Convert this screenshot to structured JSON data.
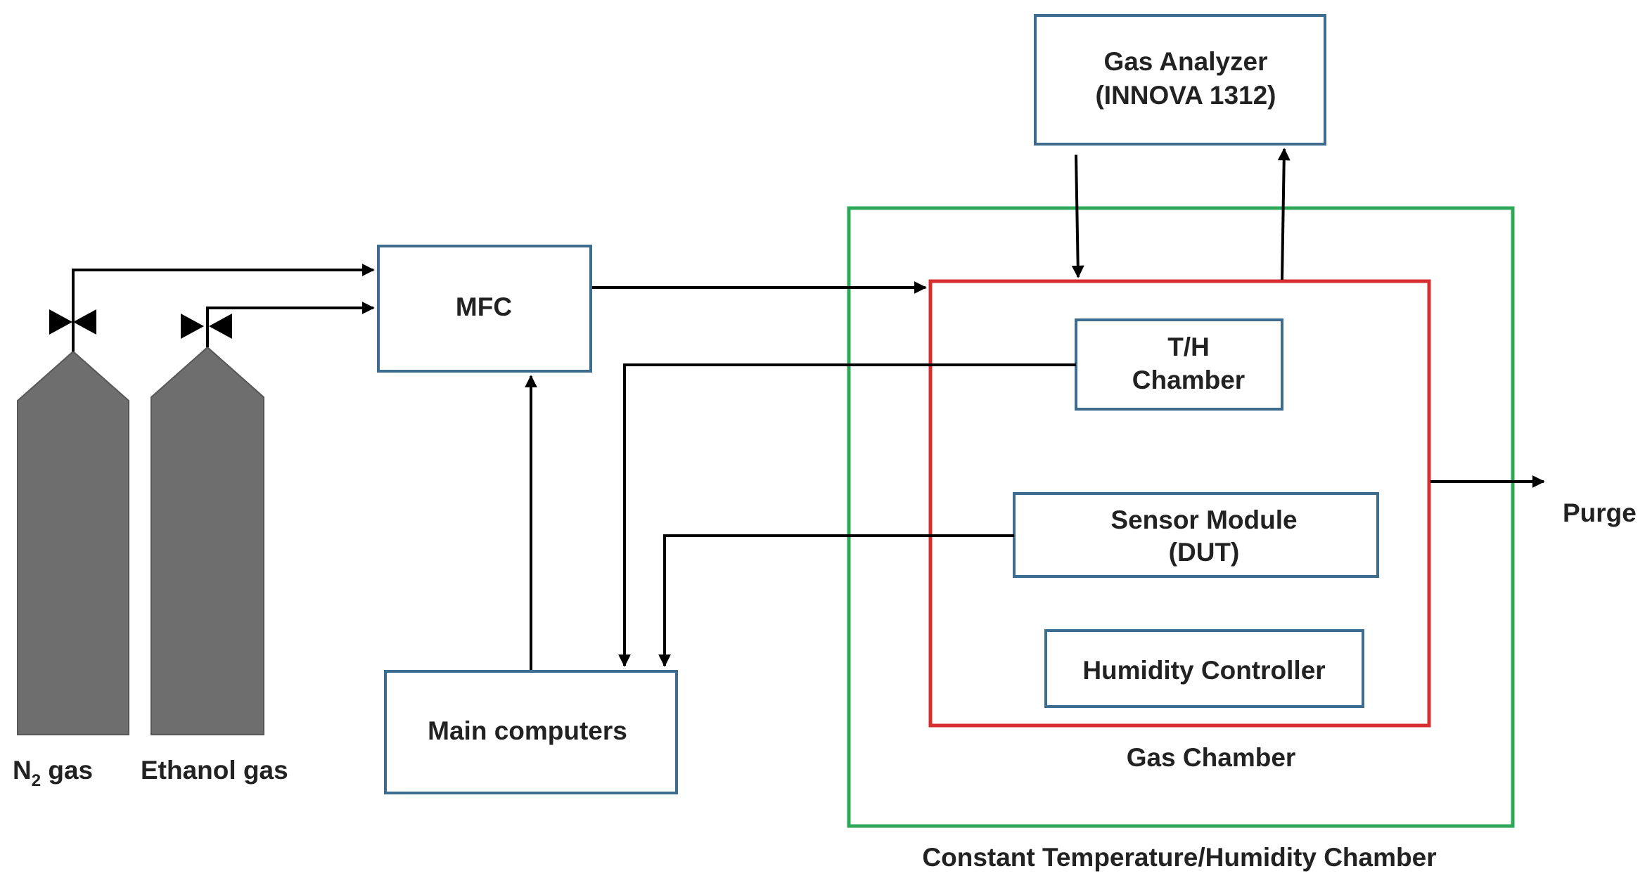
{
  "diagram": {
    "analyzer": {
      "line1": "Gas Analyzer",
      "line2": "(INNOVA 1312)"
    },
    "mfc": "MFC",
    "th_chamber": {
      "line1": "T/H",
      "line2": "Chamber"
    },
    "sensor_module": {
      "line1": "Sensor Module",
      "line2": "(DUT)"
    },
    "humidity_controller": "Humidity Controller",
    "main_computers": "Main computers",
    "gas_chamber_label": "Gas Chamber",
    "outer_chamber_label": "Constant Temperature/Humidity Chamber",
    "purge_label": "Purge",
    "n2_label": {
      "prefix": "N",
      "subscript": "2",
      "suffix": " gas"
    },
    "ethanol_label": "Ethanol gas"
  },
  "colors": {
    "box_border": "#3e6c8f",
    "gas_chamber_border": "#d62e2e",
    "outer_chamber_border": "#2fa758",
    "cylinder_fill": "#6e6e6e",
    "arrow": "#000000"
  }
}
